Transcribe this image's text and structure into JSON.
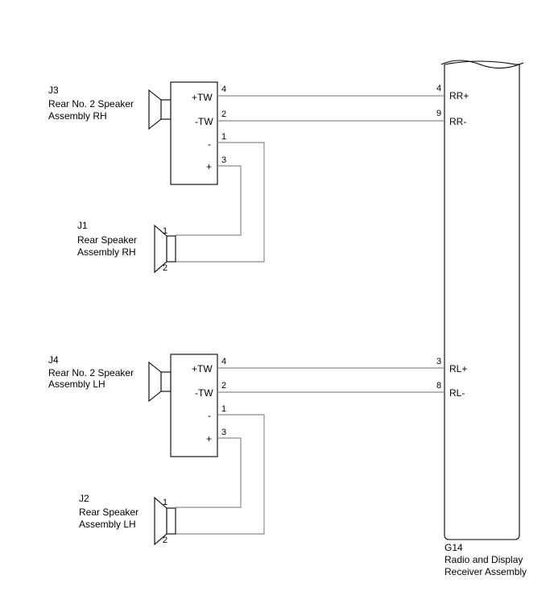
{
  "receiver": {
    "code": "G14",
    "name_line1": "Radio and Display",
    "name_line2": "Receiver Assembly",
    "pins": {
      "rr_plus": {
        "num": "4",
        "label": "RR+"
      },
      "rr_minus": {
        "num": "9",
        "label": "RR-"
      },
      "rl_plus": {
        "num": "3",
        "label": "RL+"
      },
      "rl_minus": {
        "num": "8",
        "label": "RL-"
      }
    }
  },
  "tweeter_rh": {
    "code": "J3",
    "name_line1": "Rear No. 2 Speaker",
    "name_line2": "Assembly RH",
    "pins": {
      "tw_plus": {
        "num": "4",
        "label": "+TW"
      },
      "tw_minus": {
        "num": "2",
        "label": "-TW"
      },
      "minus": {
        "num": "1",
        "label": "-"
      },
      "plus": {
        "num": "3",
        "label": "+"
      }
    }
  },
  "speaker_rh": {
    "code": "J1",
    "name_line1": "Rear Speaker",
    "name_line2": "Assembly RH",
    "pin_top": "1",
    "pin_bottom": "2"
  },
  "tweeter_lh": {
    "code": "J4",
    "name_line1": "Rear No. 2 Speaker",
    "name_line2": "Assembly LH",
    "pins": {
      "tw_plus": {
        "num": "4",
        "label": "+TW"
      },
      "tw_minus": {
        "num": "2",
        "label": "-TW"
      },
      "minus": {
        "num": "1",
        "label": "-"
      },
      "plus": {
        "num": "3",
        "label": "+"
      }
    }
  },
  "speaker_lh": {
    "code": "J2",
    "name_line1": "Rear Speaker",
    "name_line2": "Assembly LH",
    "pin_top": "1",
    "pin_bottom": "2"
  }
}
